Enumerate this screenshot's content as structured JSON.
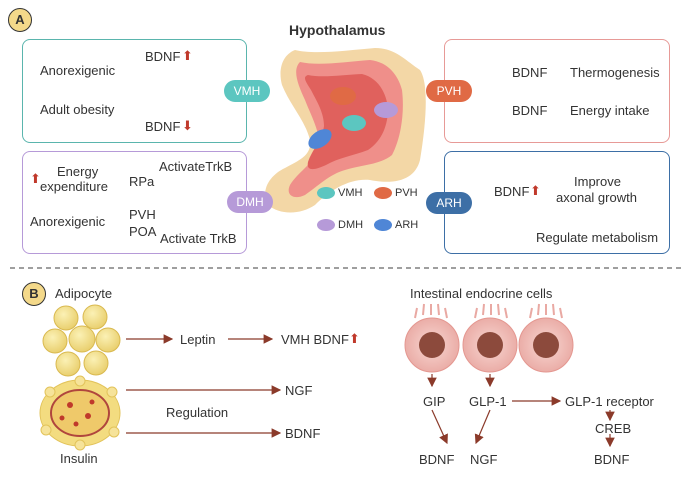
{
  "panel_a": {
    "badge": "A",
    "title": "Hypothalamus",
    "vmh": {
      "label": "VMH",
      "anorexigenic": "Anorexigenic",
      "adult_obesity": "Adult obesity",
      "bdnf_up": "BDNF",
      "bdnf_down": "BDNF"
    },
    "dmh": {
      "label": "DMH",
      "energy_line1": "Energy",
      "energy_line2": "expenditure",
      "rpa": "RPa",
      "activate1": "ActivateTrkB",
      "anorexigenic": "Anorexigenic",
      "pvh": "PVH",
      "poa": "POA",
      "activate2": "Activate TrkB"
    },
    "pvh": {
      "label": "PVH",
      "bdnf1": "BDNF",
      "thermogenesis": "Thermogenesis",
      "bdnf2": "BDNF",
      "energy_intake": "Energy intake"
    },
    "arh": {
      "label": "ARH",
      "bdnf": "BDNF",
      "improve1": "Improve",
      "improve2": "axonal growth",
      "regulate": "Regulate metabolism"
    },
    "legend": [
      {
        "label": "VMH",
        "color": "#5cc6c0"
      },
      {
        "label": "PVH",
        "color": "#e06a45"
      },
      {
        "label": "DMH",
        "color": "#b69ad8"
      },
      {
        "label": "ARH",
        "color": "#4f86d6"
      }
    ]
  },
  "panel_b": {
    "badge": "B",
    "adipocyte": "Adipocyte",
    "leptin": "Leptin",
    "vmh_bdnf": "VMH BDNF",
    "ngf": "NGF",
    "regulation": "Regulation",
    "bdnf": "BDNF",
    "insulin": "Insulin",
    "intestinal_title": "Intestinal endocrine cells",
    "gip": "GIP",
    "glp1": "GLP-1",
    "glp1_receptor": "GLP-1 receptor",
    "creb": "CREB",
    "bdnf_left": "BDNF",
    "ngf_right": "NGF",
    "bdnf_right": "BDNF"
  },
  "colors": {
    "arrow": "#8b3a2a",
    "up_arrow": "#c0392b",
    "vmh_border": "#5ab5ad",
    "dmh_border": "#b69ad8",
    "pvh_border": "#e79a97",
    "arh_border": "#3d6fa6",
    "badge": "#f4d98a"
  }
}
